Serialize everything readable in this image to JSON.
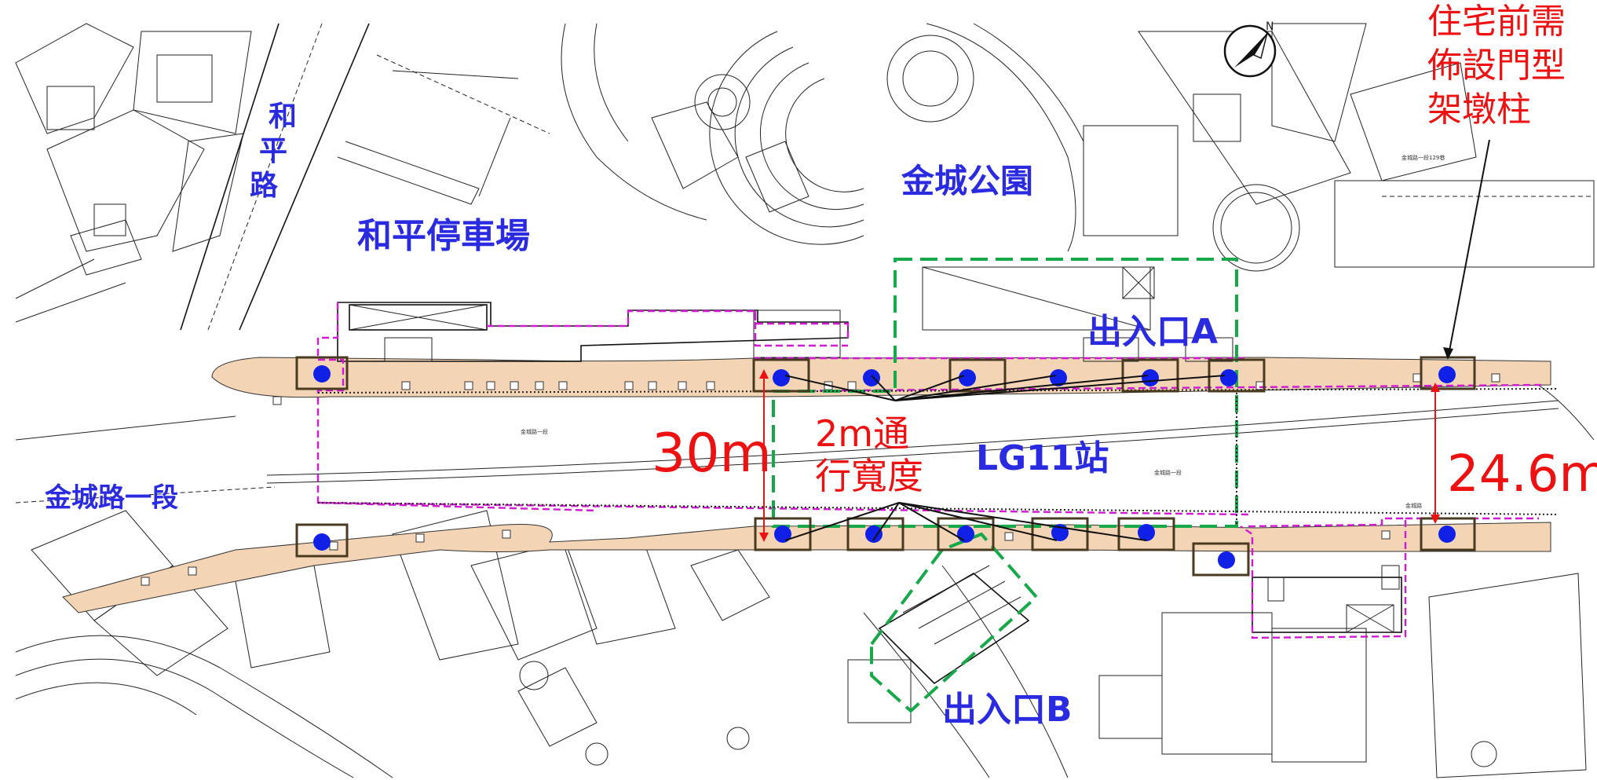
{
  "labels": {
    "heping_road": "和平路",
    "heping_parking": "和平停車場",
    "jincheng_park": "金城公園",
    "jincheng_road": "金城路一段",
    "station": "LG11站",
    "exit_a": "出入口A",
    "exit_b": "出入口B",
    "width_left": "30m",
    "width_right": "24.6m",
    "walkway_line1": "2m通",
    "walkway_line2": "行寬度",
    "note_line1": "住宅前需",
    "note_line2": "佈設門型",
    "note_line3": "架墩柱"
  },
  "colors": {
    "label_blue": "#2a2ae0",
    "label_red": "#ee1111",
    "walkway_fill": "#f3d5b6",
    "column_dot": "#1020e6",
    "station_boundary": "#d11ad1",
    "exit_boundary": "#17a84a"
  },
  "icons": {
    "north_arrow": "north-arrow-icon"
  }
}
